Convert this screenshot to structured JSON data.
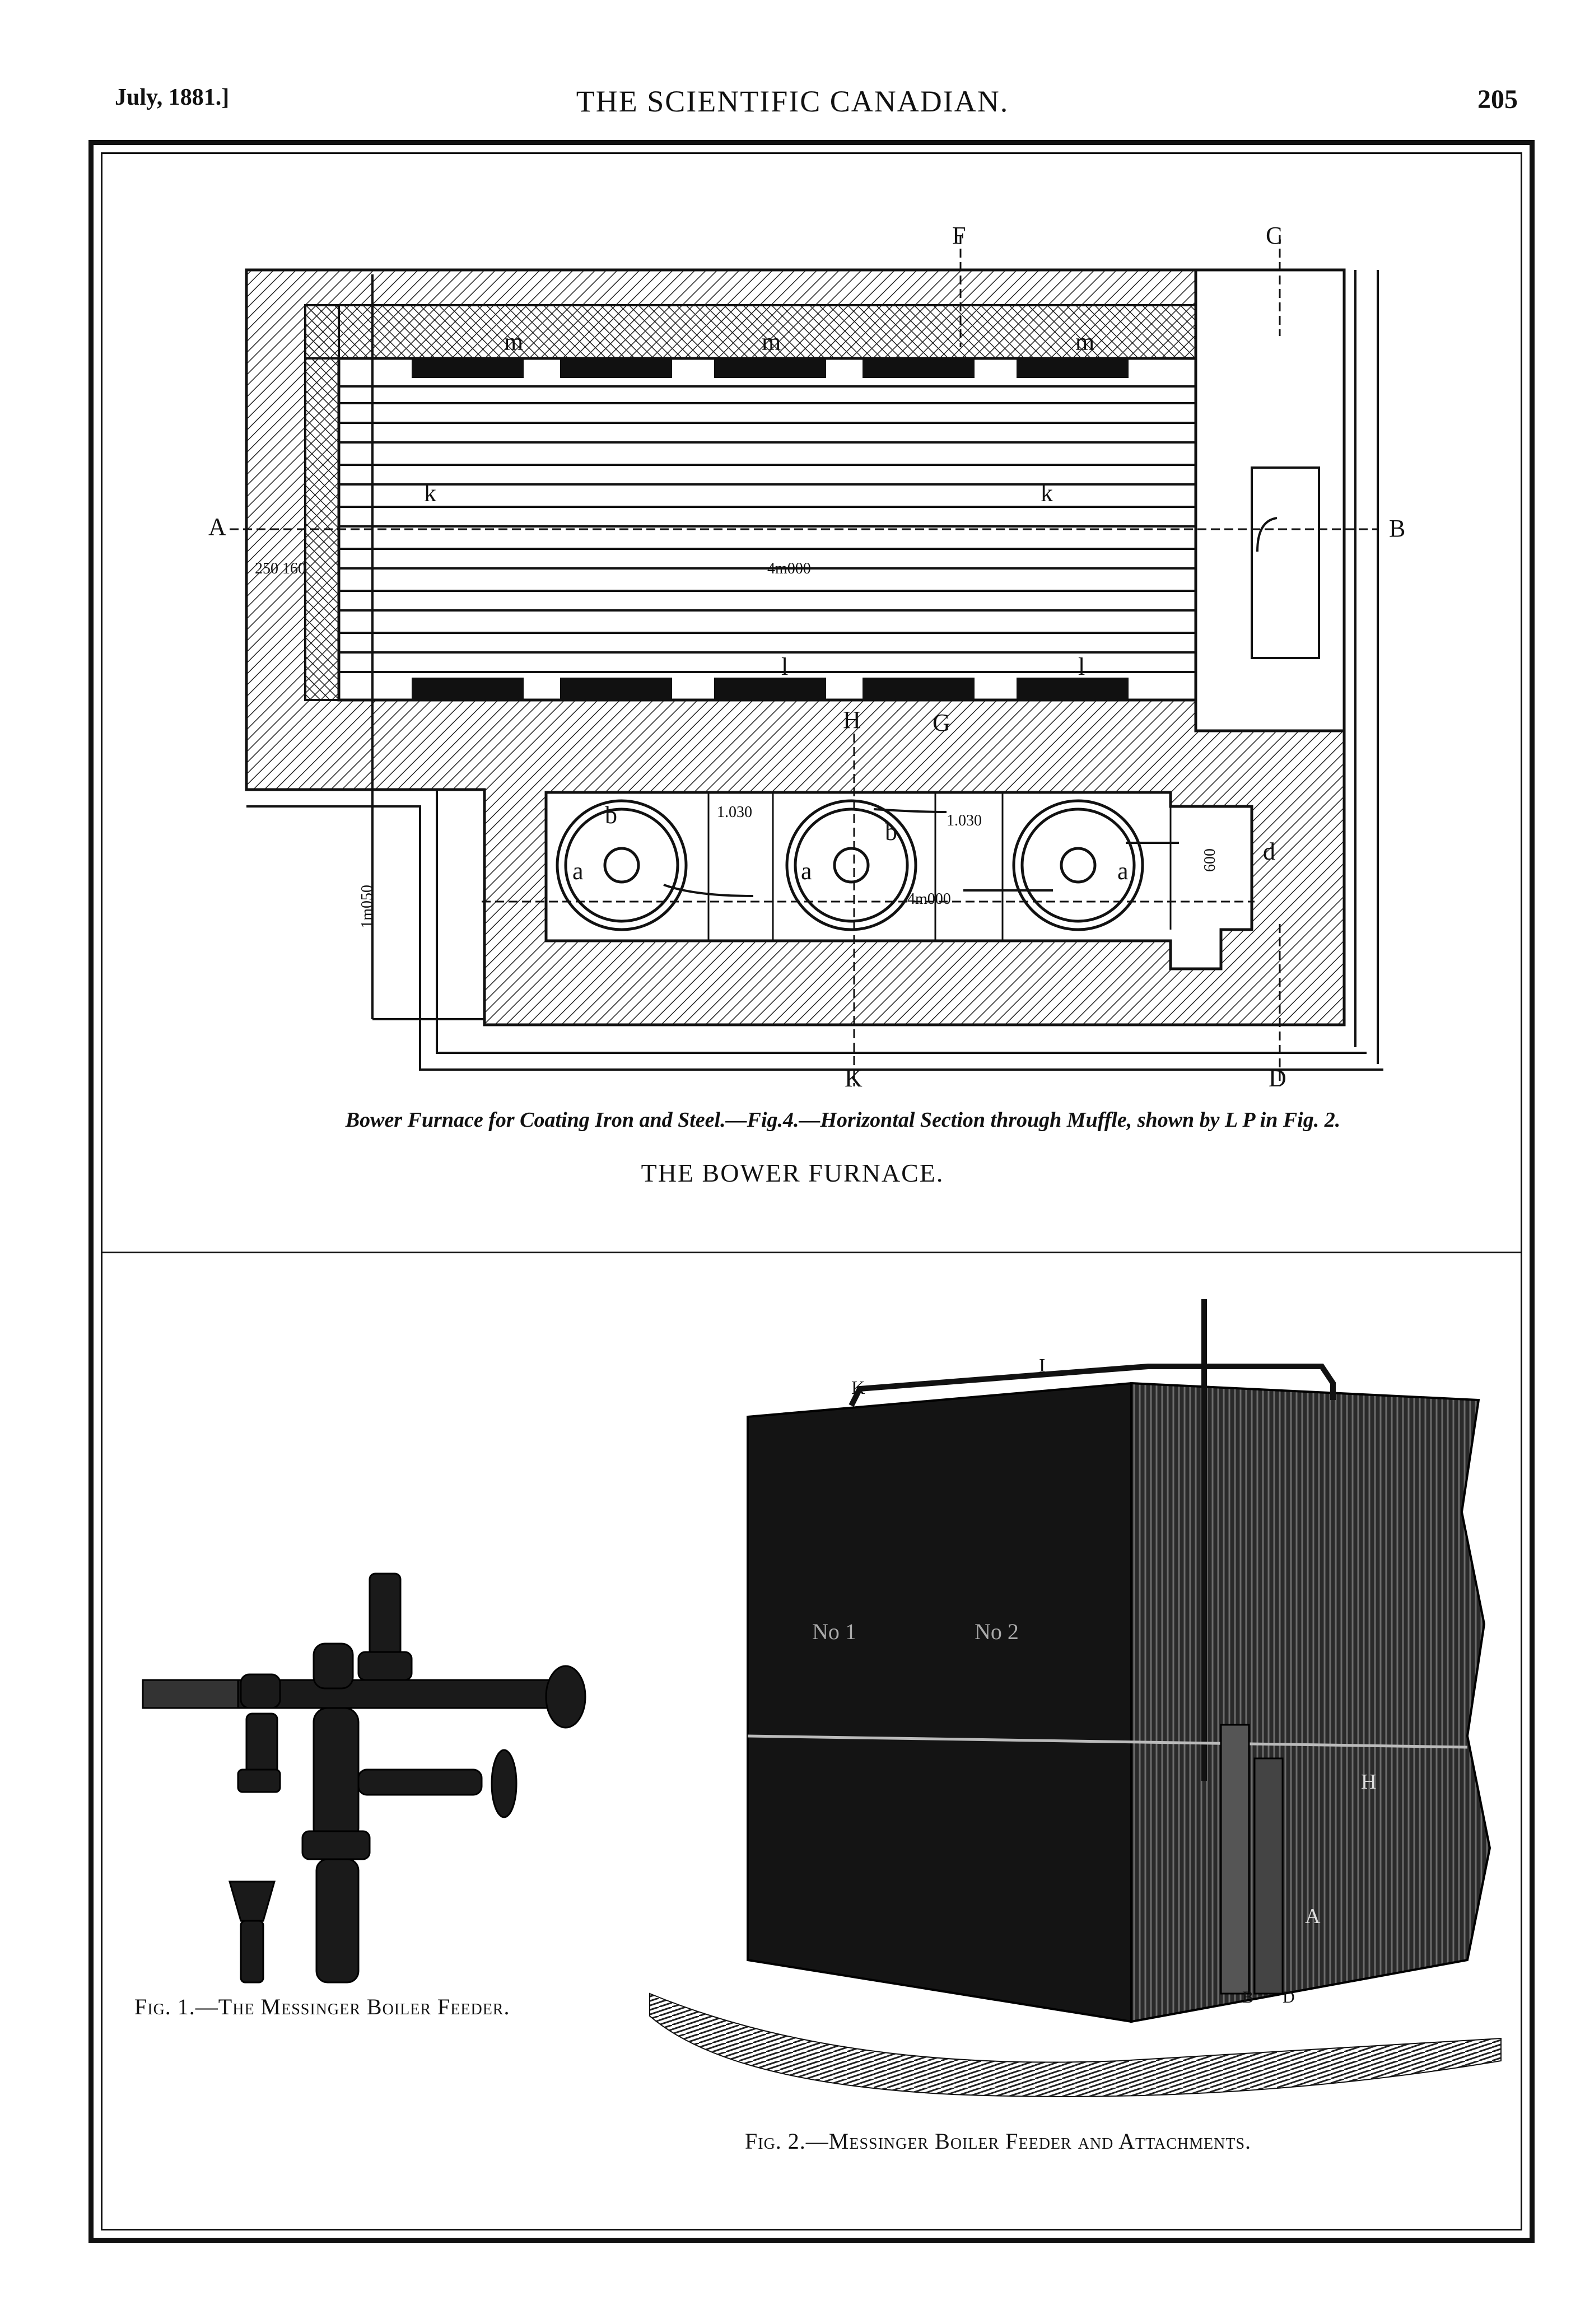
{
  "header": {
    "date": "July, 1881.]",
    "title": "THE SCIENTIFIC CANADIAN.",
    "page_number": "205"
  },
  "figure_top": {
    "caption": "Bower Furnace for Coating Iron and Steel.—Fig.4.—Horizontal Section through Muffle, shown by L P in Fig. 2.",
    "title": "THE BOWER FURNACE.",
    "labels": {
      "A": "A",
      "B": "B",
      "C": "C",
      "D": "D",
      "F": "F",
      "G": "G",
      "H": "H",
      "K": "K",
      "m": "m",
      "k": "k",
      "l": "l",
      "a": "a",
      "b": "b",
      "d": "d",
      "dim_1030": "1.030",
      "dim_4000": "4m000",
      "dim_600": "600",
      "dim_250160": "250 160",
      "dim_1m050": "1m050"
    }
  },
  "figure_bottom_left": {
    "caption": "Fig. 1.—The Messinger Boiler Feeder."
  },
  "figure_bottom_right": {
    "caption": "Fig. 2.—Messinger Boiler Feeder and Attachments.",
    "labels": {
      "no1": "No 1",
      "no2": "No 2",
      "K": "K",
      "I": "I",
      "A": "A",
      "B": "B",
      "D": "D",
      "H": "H"
    }
  }
}
